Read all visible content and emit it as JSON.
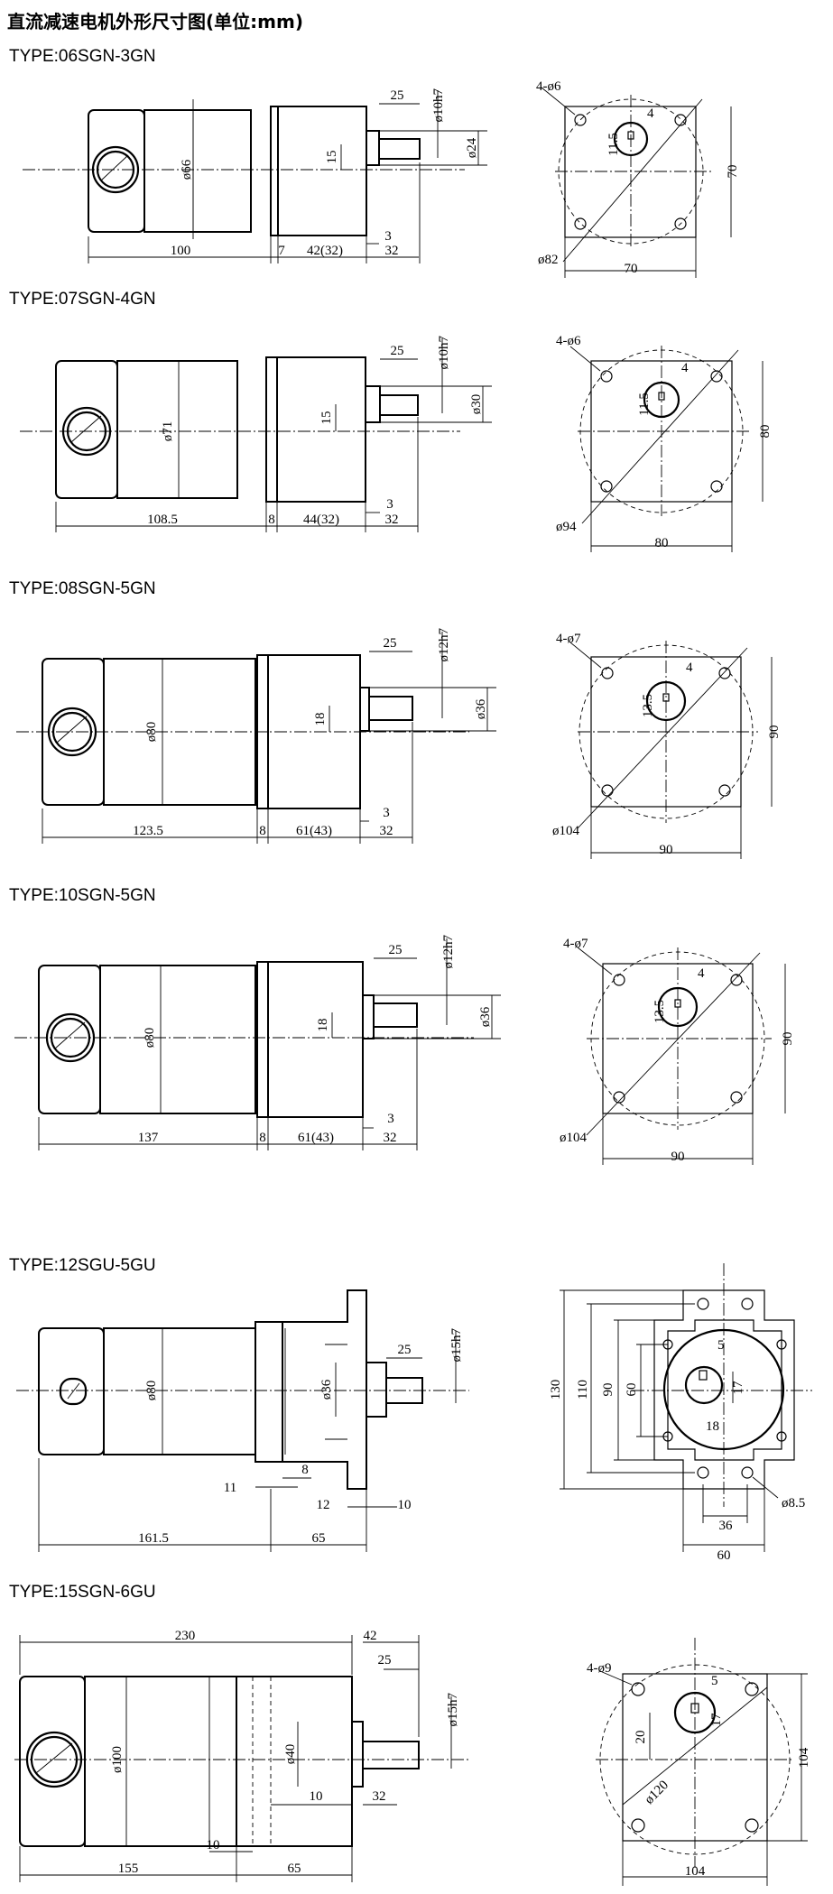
{
  "page": {
    "title": "直流减速电机外形尺寸图(单位:mm)"
  },
  "motors": [
    {
      "type": "TYPE:06SGN-3GN",
      "side": {
        "body": "100",
        "gap": "7",
        "gear": "42(32)",
        "shaft": "32",
        "step": "3",
        "key": "25",
        "dia": "ø66",
        "shaft_dia": "ø10h7",
        "pilot": "ø24",
        "key_h": "15"
      },
      "front": {
        "holes": "4-ø6",
        "key_w": "4",
        "key_h": "11.5",
        "side_v": "70",
        "side_h": "70",
        "pcd": "ø82"
      }
    },
    {
      "type": "TYPE:07SGN-4GN",
      "side": {
        "body": "108.5",
        "gap": "8",
        "gear": "44(32)",
        "shaft": "32",
        "step": "3",
        "key": "25",
        "dia": "ø71",
        "shaft_dia": "ø10h7",
        "pilot": "ø30",
        "key_h": "15"
      },
      "front": {
        "holes": "4-ø6",
        "key_w": "4",
        "key_h": "11.5",
        "side_v": "80",
        "side_h": "80",
        "pcd": "ø94"
      }
    },
    {
      "type": "TYPE:08SGN-5GN",
      "side": {
        "body": "123.5",
        "gap": "8",
        "gear": "61(43)",
        "shaft": "32",
        "step": "3",
        "key": "25",
        "dia": "ø80",
        "shaft_dia": "ø12h7",
        "pilot": "ø36",
        "key_h": "18"
      },
      "front": {
        "holes": "4-ø7",
        "key_w": "4",
        "key_h": "13.5",
        "side_v": "90",
        "side_h": "90",
        "pcd": "ø104"
      }
    },
    {
      "type": "TYPE:10SGN-5GN",
      "side": {
        "body": "137",
        "gap": "8",
        "gear": "61(43)",
        "shaft": "32",
        "step": "3",
        "key": "25",
        "dia": "ø80",
        "shaft_dia": "ø12h7",
        "pilot": "ø36",
        "key_h": "18"
      },
      "front": {
        "holes": "4-ø7",
        "key_w": "4",
        "key_h": "13.5",
        "side_v": "90",
        "side_h": "90",
        "pcd": "ø104"
      }
    },
    {
      "type": "TYPE:12SGU-5GU",
      "side": {
        "body": "161.5",
        "flange": "65",
        "d11": "11",
        "d8": "8",
        "d12": "12",
        "d10": "10",
        "key": "25",
        "dia": "ø80",
        "shaft_dia": "ø15h7",
        "pilot": "ø36"
      },
      "front": {
        "h130": "130",
        "h110": "110",
        "h90": "90",
        "h60": "60",
        "k5": "5",
        "k17": "17",
        "k18": "18",
        "w36": "36",
        "w60": "60",
        "holes": "ø8.5"
      }
    },
    {
      "type": "TYPE:15SGN-6GU",
      "side": {
        "total": "230",
        "shaft_len": "42",
        "key": "25",
        "shaft_dia": "ø15h7",
        "pilot": "ø40",
        "dia": "ø100",
        "d10a": "10",
        "d32": "32",
        "d10b": "10",
        "body": "155",
        "flange": "65"
      },
      "front": {
        "holes": "4-ø9",
        "key_w": "5",
        "key_h": "17",
        "d20": "20",
        "pcd": "ø120",
        "side_v": "104",
        "side_h": "104"
      }
    }
  ]
}
